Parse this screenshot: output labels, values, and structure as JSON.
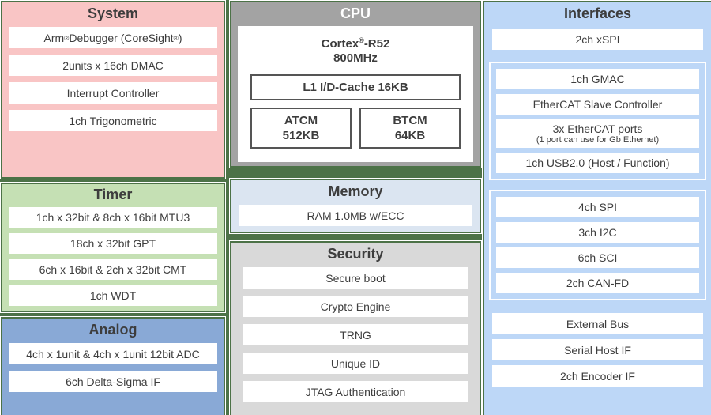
{
  "colors": {
    "bg-green": "#4c7247",
    "line-white": "#ffffff",
    "block-text": "#3d3d3d",
    "row-bg": "#ffffff",
    "system-bg": "#f9c5c5",
    "timer-bg": "#c5e0b4",
    "analog-bg": "#89a9d6",
    "cpu-bg": "#a3a3a3",
    "cpu-title": "#ffffff",
    "memory-bg": "#dbe5f1",
    "security-bg": "#d9d9d9",
    "interfaces-bg": "#bdd7f7",
    "box-border": "#555555"
  },
  "blocks": {
    "system": {
      "title": "System",
      "items": [
        "Arm® Debugger (CoreSight®)",
        "2units x 16ch DMAC",
        "Interrupt Controller",
        "1ch Trigonometric"
      ]
    },
    "timer": {
      "title": "Timer",
      "items": [
        "1ch x 32bit & 8ch x 16bit MTU3",
        "18ch x 32bit GPT",
        "6ch x 16bit & 2ch x 32bit CMT",
        "1ch WDT"
      ]
    },
    "analog": {
      "title": "Analog",
      "items": [
        "4ch x 1unit & 4ch x 1unit 12bit ADC",
        "6ch Delta-Sigma IF"
      ]
    },
    "cpu": {
      "title": "CPU",
      "core_name": "Cortex®-R52",
      "core_freq": "800MHz",
      "cache": "L1 I/D-Cache 16KB",
      "tcm": [
        {
          "name": "ATCM",
          "size": "512KB"
        },
        {
          "name": "BTCM",
          "size": "64KB"
        }
      ]
    },
    "memory": {
      "title": "Memory",
      "items": [
        "RAM 1.0MB w/ECC"
      ]
    },
    "security": {
      "title": "Security",
      "items": [
        "Secure boot",
        "Crypto Engine",
        "TRNG",
        "Unique ID",
        "JTAG Authentication"
      ]
    },
    "interfaces": {
      "title": "Interfaces",
      "top_item": "2ch xSPI",
      "group1": [
        "1ch GMAC",
        "EtherCAT Slave Controller",
        {
          "main": "3x EtherCAT ports",
          "note": "(1 port can use for Gb Ethernet)"
        },
        "1ch USB2.0 (Host / Function)"
      ],
      "group2": [
        "4ch SPI",
        "3ch I2C",
        "6ch SCI",
        "2ch CAN-FD"
      ],
      "bottom_items": [
        "External Bus",
        "Serial Host IF",
        "2ch Encoder IF"
      ]
    }
  }
}
